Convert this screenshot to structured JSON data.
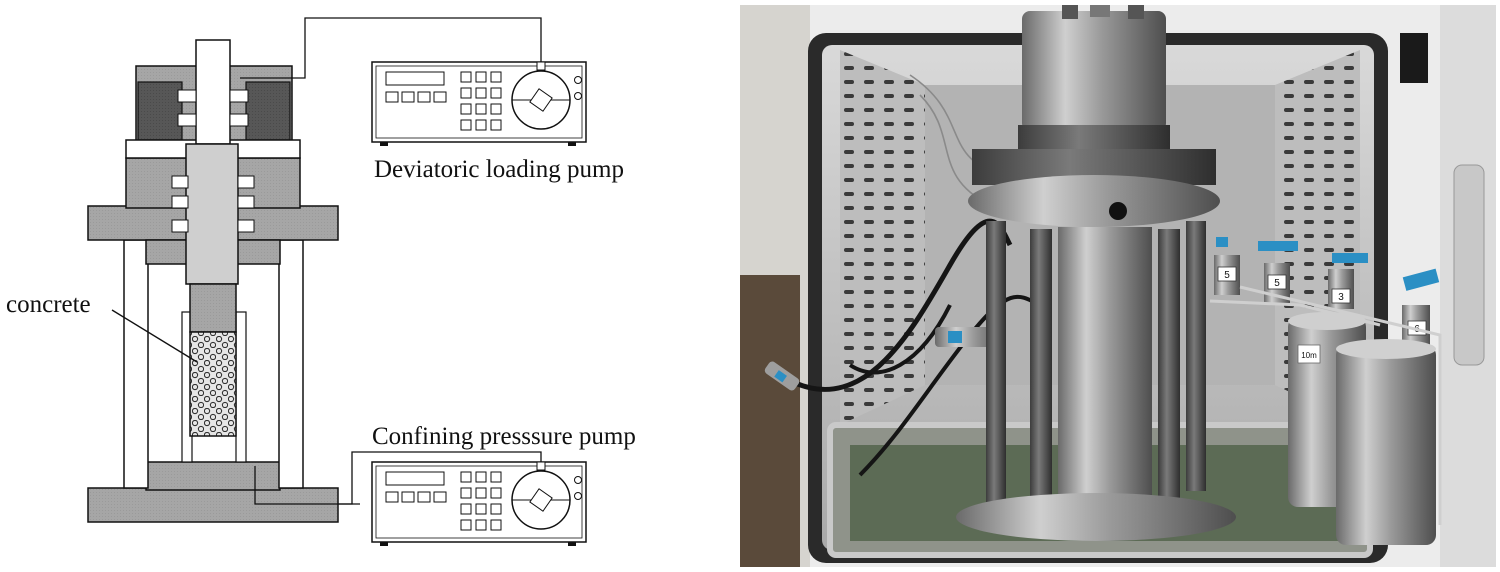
{
  "labels": {
    "deviatoric_pump": "Deviatoric loading pump",
    "confining_pump": "Confining presssure pump",
    "specimen": "concrete"
  },
  "photo": {
    "valve_tags": [
      "5",
      "5",
      "3",
      "6"
    ],
    "cylinder_tag": "10m"
  },
  "colors": {
    "housing_mid_gray": "#a8a8a8",
    "housing_dark_gray": "#555555",
    "piston_light_gray": "#cfcfcf",
    "oven_frame": "#e9e9e9",
    "valve_handle_blue": "#2b8fc4",
    "stainless_steel": "#b9b9b9"
  },
  "icons": [
    "pump-display-icon",
    "pump-keypad-icon",
    "pump-dial-icon"
  ]
}
